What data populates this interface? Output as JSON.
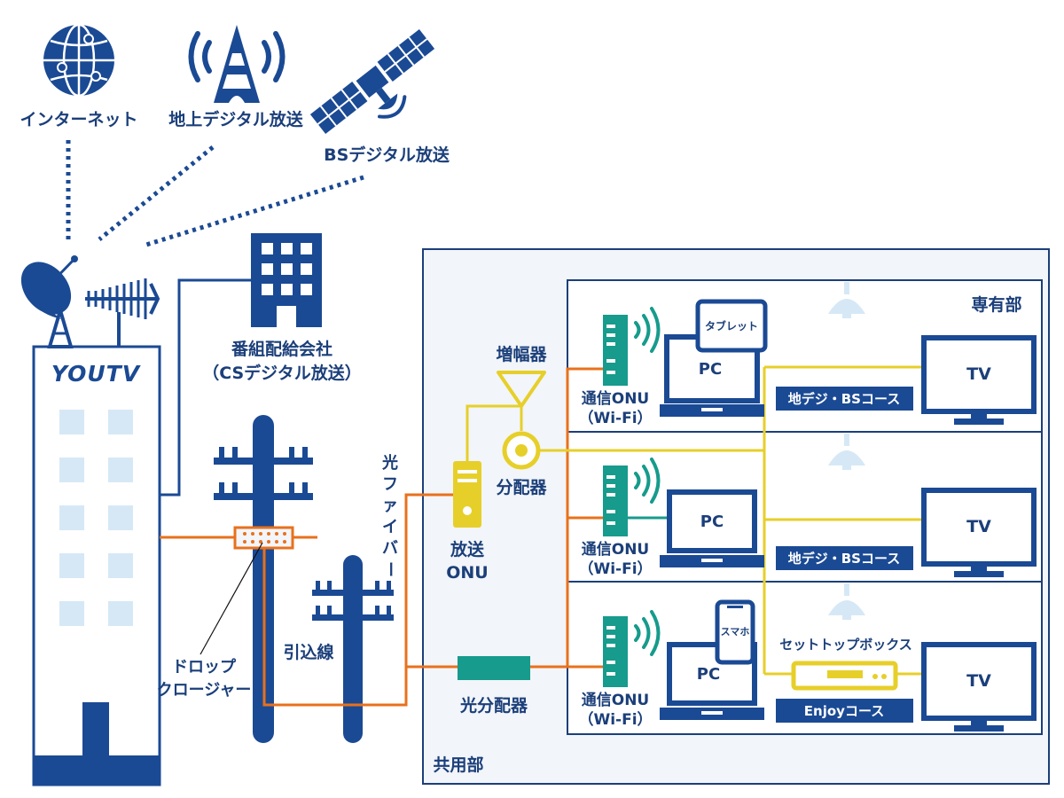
{
  "sources": {
    "internet": "インターネット",
    "terrestrial": "地上デジタル放送",
    "bs": "BSデジタル放送"
  },
  "headend": {
    "logo": "YOUTV"
  },
  "distributor": {
    "line1": "番組配給会社",
    "line2": "（CSデジタル放送）"
  },
  "pole": {
    "drop_closure_line1": "ドロップ",
    "drop_closure_line2": "クロージャー",
    "drop_wire": "引込線",
    "fiber_chars": [
      "光",
      "フ",
      "ァ",
      "イ",
      "バ",
      "ー"
    ]
  },
  "common_area": {
    "label": "共用部",
    "broadcast_onu_line1": "放送",
    "broadcast_onu_line2": "ONU",
    "amplifier": "増幅器",
    "splitter": "分配器",
    "optical_splitter": "光分配器"
  },
  "private_area": {
    "label": "専有部",
    "units": [
      {
        "onu_line1": "通信ONU",
        "onu_line2": "（Wi-Fi）",
        "pc": "PC",
        "extra_device": "タブレット",
        "course": "地デジ・BSコース",
        "tv": "TV"
      },
      {
        "onu_line1": "通信ONU",
        "onu_line2": "（Wi-Fi）",
        "pc": "PC",
        "course": "地デジ・BSコース",
        "tv": "TV"
      },
      {
        "onu_line1": "通信ONU",
        "onu_line2": "（Wi-Fi）",
        "pc": "PC",
        "extra_device": "スマホ",
        "settop": "セットトップボックス",
        "course": "Enjoyコース",
        "tv": "TV"
      }
    ]
  },
  "colors": {
    "navy": "#1b4a94",
    "dark_navy": "#15397a",
    "fiber": "#e8711c",
    "coax": "#e7cf2a",
    "teal": "#169b8c",
    "light_blue": "#d6e8f6",
    "panel_bg": "#f2f5f9"
  }
}
